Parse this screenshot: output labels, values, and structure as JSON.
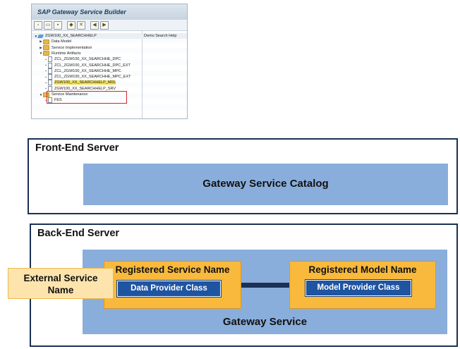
{
  "sap": {
    "title": "SAP Gateway Service Builder",
    "tree": [
      {
        "label": "ZGW100_XX_SEARCHHELP",
        "desc": "Demo Search Help",
        "level": 0,
        "icon": "service-icon",
        "toggle": "▼",
        "highlight": false
      },
      {
        "label": "Data Model",
        "level": 1,
        "icon": "folder-icon",
        "toggle": "▶",
        "highlight": false
      },
      {
        "label": "Service Implementation",
        "level": 1,
        "icon": "folder-icon",
        "toggle": "▶",
        "highlight": false
      },
      {
        "label": "Runtime Artifacts",
        "level": 1,
        "icon": "folder-icon",
        "toggle": "▼",
        "highlight": false
      },
      {
        "label": "ZCL_ZGW100_XX_SEARCHHE_DPC",
        "level": 2,
        "icon": "document-icon",
        "toggle": "•",
        "highlight": false
      },
      {
        "label": "ZCL_ZGW100_XX_SEARCHHE_DPC_EXT",
        "level": 2,
        "icon": "document-icon",
        "toggle": "•",
        "highlight": false
      },
      {
        "label": "ZCL_ZGW100_XX_SEARCHHE_MPC",
        "level": 2,
        "icon": "document-icon",
        "toggle": "•",
        "highlight": false
      },
      {
        "label": "ZCL_ZGW100_XX_SEARCHHE_MPC_EXT",
        "level": 2,
        "icon": "document-icon",
        "toggle": "•",
        "highlight": false
      },
      {
        "label": "ZGW100_XX_SEARCHHELP_MDL",
        "level": 2,
        "icon": "document-icon",
        "toggle": "•",
        "highlight": true
      },
      {
        "label": "ZGW100_XX_SEARCHHELP_SRV",
        "level": 2,
        "icon": "document-icon",
        "toggle": "•",
        "highlight": false
      },
      {
        "label": "Service Maintenance",
        "level": 1,
        "icon": "folder-icon",
        "toggle": "▼",
        "highlight": false
      },
      {
        "label": "FES",
        "level": 2,
        "icon": "document-icon",
        "toggle": "•",
        "highlight": false
      }
    ]
  },
  "front_end": {
    "label": "Front-End Server",
    "catalog": "Gateway Service Catalog"
  },
  "back_end": {
    "label": "Back-End Server",
    "gateway_service": "Gateway Service",
    "registered_service": {
      "title": "Registered Service Name",
      "class": "Data Provider Class"
    },
    "registered_model": {
      "title": "Registered Model Name",
      "class": "Model Provider Class"
    }
  },
  "external": {
    "line1": "External Service",
    "line2": "Name"
  },
  "colors": {
    "server_border": "#1a3155",
    "panel_blue": "#8aaedb",
    "orange": "#f8b93c",
    "dark_blue": "#1f54a0",
    "external_fill": "#fde4ad",
    "highlight_red": "#d2232a"
  }
}
